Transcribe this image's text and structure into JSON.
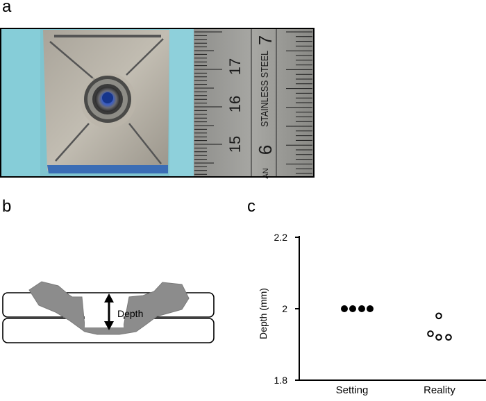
{
  "figure": {
    "panel_labels": {
      "a": "a",
      "b": "b",
      "c": "c"
    }
  },
  "panel_a": {
    "ruler_numbers": [
      "17",
      "16",
      "15",
      "7",
      "6"
    ],
    "ruler_text": "STAINLESS STEEL",
    "ruler_partial": "AN"
  },
  "panel_b": {
    "depth_label": "Depth",
    "colors": {
      "fill": "#8c8c8c",
      "outline": "#000000"
    }
  },
  "chart_data": {
    "type": "scatter",
    "title": "",
    "xlabel": "",
    "ylabel": "Depth (mm)",
    "categories": [
      "Setting",
      "Reality"
    ],
    "ylim": [
      1.8,
      2.2
    ],
    "yticks": [
      1.8,
      2,
      2.2
    ],
    "ytick_labels": [
      "1.8",
      "2",
      "2.2"
    ],
    "series": [
      {
        "category": "Setting",
        "marker": "filled-circle",
        "points": [
          2.0,
          2.0,
          2.0,
          2.0
        ]
      },
      {
        "category": "Reality",
        "marker": "open-circle",
        "points": [
          1.98,
          1.93,
          1.92,
          1.92
        ]
      }
    ],
    "grid": false
  }
}
